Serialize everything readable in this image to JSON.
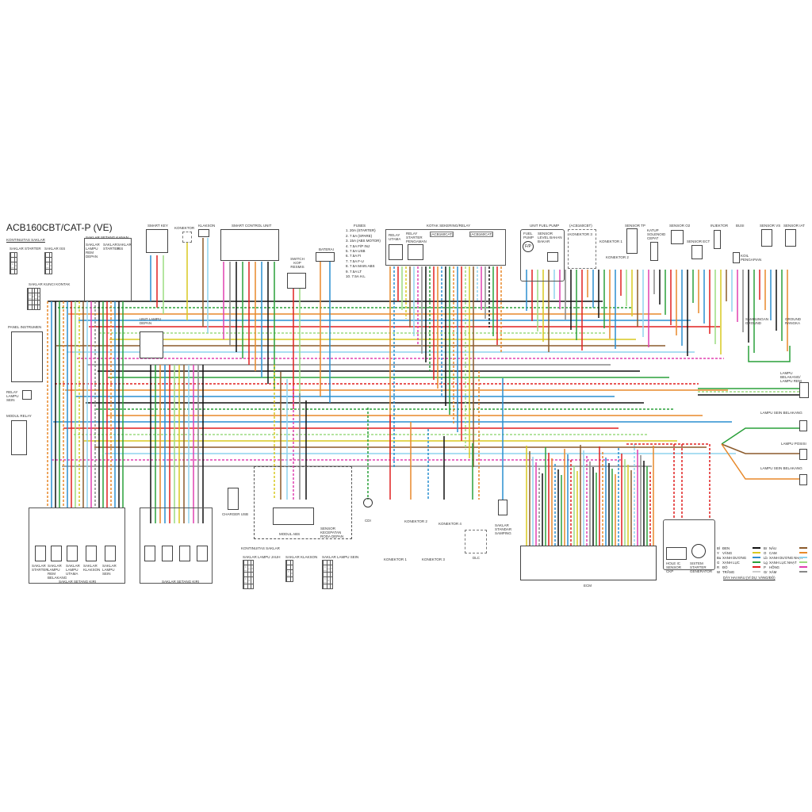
{
  "title": "ACB160CBT/CAT-P (VE)",
  "components": {
    "kontinuitas_saklar_top": "KONTINUITAS SAKLAR",
    "saklar_starter": "SAKLAR STARTER",
    "saklar_iss": "SAKLAR ISS",
    "saklar_kunci_kontak": "SAKLAR KUNCI KONTAK",
    "saklar_setang_kanan": "SAKLAR SETANG KANAN",
    "saklar_lampu_rem_depan": "SAKLAR LAMPU REM DEPAN",
    "saklar_starter_r": "SAKLAR STARTER",
    "saklar_iss_r": "SAKLAR ISS",
    "smart_key": "SMART KEY",
    "konektor": "KONEKTOR",
    "klakson": "KLAKSON",
    "smart_control_unit": "SMART CONTROL UNIT",
    "switch_bottom": "SWITCH KOP RESMIS",
    "baterai": "BATERAI",
    "fuses_title": "FUSES",
    "kotak_sekering": "KOTAK SEKERING/RELAY",
    "relay_utama": "RELAY UTAMA",
    "relay_starter": "RELAY STARTER PENGAMAN",
    "acb160cbt": "(ACB160CBT)",
    "acb160cat": "(ACB160CAT)",
    "unit_fuel_pump": "UNIT FUEL PUMP",
    "fuel_pump": "FUEL PUMP",
    "fp_symbol": "F/P",
    "sensor_level": "SENSOR LEVEL BAHAN BAKAR",
    "konektor_3": "KONEKTOR 3",
    "konektor_1": "KONEKTOR 1",
    "konektor_2_top": "KONEKTOR 2",
    "sensor_tp": "SENSOR TP",
    "katup_solenoid": "KATUP SOLENOID CEPAT",
    "sensor_o2": "SENSOR O2",
    "sensor_ect": "SENSOR ECT",
    "injektor": "INJEKTOR",
    "koil_pengapian": "KOIL PENGAPIAN",
    "busi": "BUSI",
    "sensor_vs": "SENSOR VS",
    "sensor_iat": "SENSOR IAT",
    "panel_instrumen": "PANEL INSTRUMEN",
    "unit_lampu_depan": "UNIT LAMPU DEPAN",
    "relay_lampu_sein": "RELAY LAMPU SEIN",
    "modul_relay": "MODUL RELAY",
    "sambungan_ground": "SAMBUNGAN GROUND",
    "ground_rangka": "GROUND RANGKA",
    "lampu_belakang": "LAMPU BELAKANG/ LAMPU REM",
    "lampu_sein_belakang_kanan": "LAMPU SEIN BELAKANG",
    "lampu_posisi": "LAMPU POSISI",
    "lampu_sein_belakang_kiri": "LAMPU SEIN BELAKANG",
    "saklar_setang_kiri": "SAKLAR SETANG KIRI",
    "saklar_setang_kiri2": "SAKLAR SETANG KIRI",
    "sw_starter": "SAKLAR STARTER",
    "sw_lampu_rem_belakang": "SAKLAR LAMPU REM BELAKANG",
    "sw_lampu_utama": "SAKLAR LAMPU UTAMA",
    "sw_klakson": "SAKLAR KLAKSON",
    "sw_sein": "SAKLAR LAMPU SEIN",
    "charger_usb": "CHARGER USB",
    "modul_abs": "MODUL ABS",
    "sensor_kecepatan": "SENSOR KECEPATAN RODA DEPAN",
    "cdi": "CDI",
    "konektor_1b": "KONEKTOR 1",
    "konektor_2": "KONEKTOR 2",
    "konektor_3b": "KONEKTOR 3",
    "konektor_4": "KONEKTOR 4",
    "dlc": "DLC",
    "saklar_standar": "SAKLAR STANDAR SAMPING",
    "ecm": "ECM",
    "sensor_ckp": "HOLE IC SENSOR CKP",
    "alternator": "SISTEM STARTER GENERATOR",
    "kontinuitas_bottom": "KONTINUITAS SAKLAR",
    "tbl_lampu_jauh": "SAKLAR LAMPU JAUH",
    "tbl_klakson": "SAKLAR KLAKSON",
    "tbl_sein": "SAKLAR LAMPU SEIN"
  },
  "fuses": [
    "1. 20A (STARTER)",
    "2. 7.5A (SPARE)",
    "3. 15A (ABS MOTOR)",
    "4. 7.5A F/P INJ",
    "5. 7.5A USB",
    "6. 7.5A FI",
    "7. 7.5A F-U",
    "8. 7.5A MAIN ABS",
    "9. 7.5A LT",
    "10. 7.5A H.L"
  ],
  "legend": {
    "items": [
      {
        "code": "Bl",
        "name": "ĐEN",
        "color": "#111111"
      },
      {
        "code": "Br",
        "name": "NÂU",
        "color": "#8b5a2b"
      },
      {
        "code": "Y",
        "name": "VÀNG",
        "color": "#d8c820"
      },
      {
        "code": "O",
        "name": "CAM",
        "color": "#e8892a"
      },
      {
        "code": "Bu",
        "name": "XANH DƯƠNG",
        "color": "#2a8fd0"
      },
      {
        "code": "Lb",
        "name": "XANH DƯƠNG NHẠT",
        "color": "#8fd3ee"
      },
      {
        "code": "G",
        "name": "XANH LỤC",
        "color": "#2aa03a"
      },
      {
        "code": "Lg",
        "name": "XANH LỤC NHẠT",
        "color": "#9bdc80"
      },
      {
        "code": "R",
        "name": "ĐỎ",
        "color": "#e02020"
      },
      {
        "code": "P",
        "name": "HỒNG",
        "color": "#e040b0"
      },
      {
        "code": "W",
        "name": "TRẮNG",
        "color": "#cccccc"
      },
      {
        "code": "Gr",
        "name": "XÁM",
        "color": "#888888"
      }
    ],
    "note": "DÂY HAI MÀU (VÍ DỤ: VÀNG/ĐỎ)"
  }
}
